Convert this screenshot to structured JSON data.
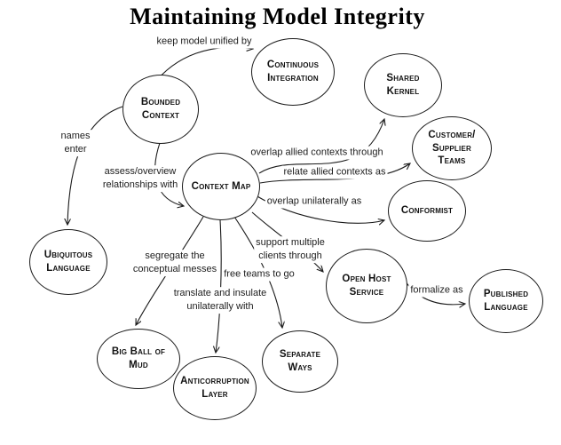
{
  "title": "Maintaining Model Integrity",
  "colors": {
    "ink": "#1a1a1a",
    "background": "#ffffff"
  },
  "nodes": {
    "bounded_context": {
      "label": "Bounded\nContext"
    },
    "continuous_integration": {
      "label": "Continuous\nIntegration"
    },
    "shared_kernel": {
      "label": "Shared\nKernel"
    },
    "customer_supplier_teams": {
      "label": "Customer/\nSupplier\nTeams"
    },
    "conformist": {
      "label": "Conformist"
    },
    "context_map": {
      "label": "Context Map"
    },
    "ubiquitous_language": {
      "label": "Ubiquitous\nLanguage"
    },
    "open_host_service": {
      "label": "Open Host\nService"
    },
    "published_language": {
      "label": "Published\nLanguage"
    },
    "big_ball_of_mud": {
      "label": "Big Ball of\nMud"
    },
    "anticorruption_layer": {
      "label": "Anticorruption\nLayer"
    },
    "separate_ways": {
      "label": "Separate\nWays"
    }
  },
  "edges": {
    "keep_model_unified_by": {
      "label": "keep model unified by",
      "from": "Bounded Context",
      "to": "Continuous Integration"
    },
    "names_enter": {
      "label": "names\nenter",
      "from": "Bounded Context",
      "to": "Ubiquitous Language"
    },
    "assess_overview_relationships_with": {
      "label": "assess/overview\nrelationships with",
      "from": "Bounded Context",
      "to": "Context Map"
    },
    "overlap_allied_contexts_through": {
      "label": "overlap allied contexts through",
      "from": "Context Map",
      "to": "Shared Kernel"
    },
    "relate_allied_contexts_as": {
      "label": "relate allied contexts as",
      "from": "Context Map",
      "to": "Customer/Supplier Teams"
    },
    "overlap_unilaterally_as": {
      "label": "overlap unilaterally as",
      "from": "Context Map",
      "to": "Conformist"
    },
    "support_multiple_clients_through": {
      "label": "support multiple\nclients through",
      "from": "Context Map",
      "to": "Open Host Service"
    },
    "segregate_the_conceptual_messes": {
      "label": "segregate the\nconceptual messes",
      "from": "Context Map",
      "to": "Big Ball of Mud"
    },
    "free_teams_to_go": {
      "label": "free teams to go",
      "from": "Context Map",
      "to": "Separate Ways"
    },
    "translate_and_insulate_unilaterally_with": {
      "label": "translate and insulate\nunilaterally with",
      "from": "Context Map",
      "to": "Anticorruption Layer"
    },
    "formalize_as": {
      "label": "formalize as",
      "from": "Open Host Service",
      "to": "Published Language"
    }
  }
}
